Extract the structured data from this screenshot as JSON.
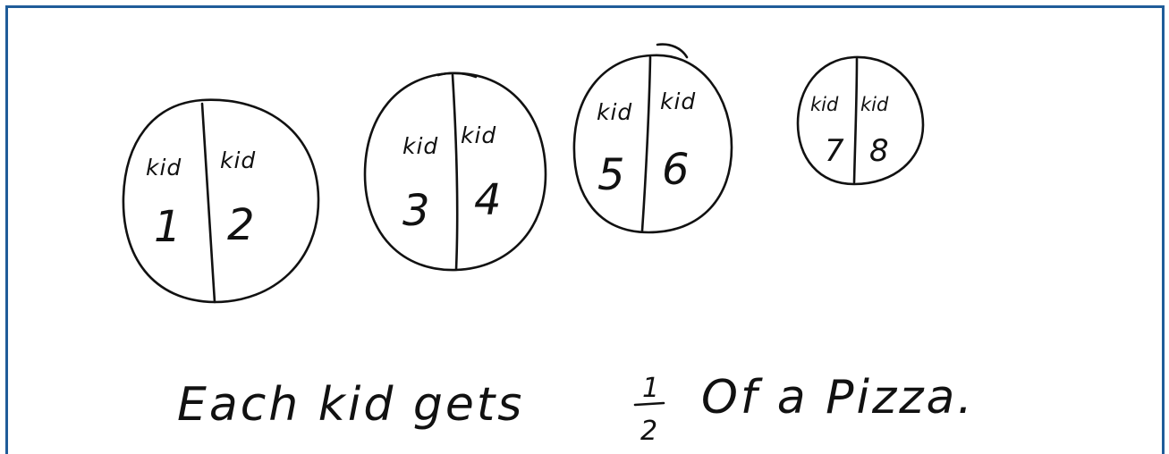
{
  "pizzas": [
    {
      "left_label": "kid",
      "left_num": "1",
      "right_label": "kid",
      "right_num": "2"
    },
    {
      "left_label": "kid",
      "left_num": "3",
      "right_label": "kid",
      "right_num": "4"
    },
    {
      "left_label": "kid",
      "left_num": "5",
      "right_label": "kid",
      "right_num": "6"
    },
    {
      "left_label": "kid",
      "left_num": "7",
      "right_label": "kid",
      "right_num": "8"
    }
  ],
  "sentence": {
    "before": "Each kid gets",
    "fraction_numerator": "1",
    "fraction_denominator": "2",
    "after": "Of a Pizza."
  },
  "colors": {
    "frame": "#1f5c99",
    "ink": "#111111",
    "background": "#ffffff"
  }
}
